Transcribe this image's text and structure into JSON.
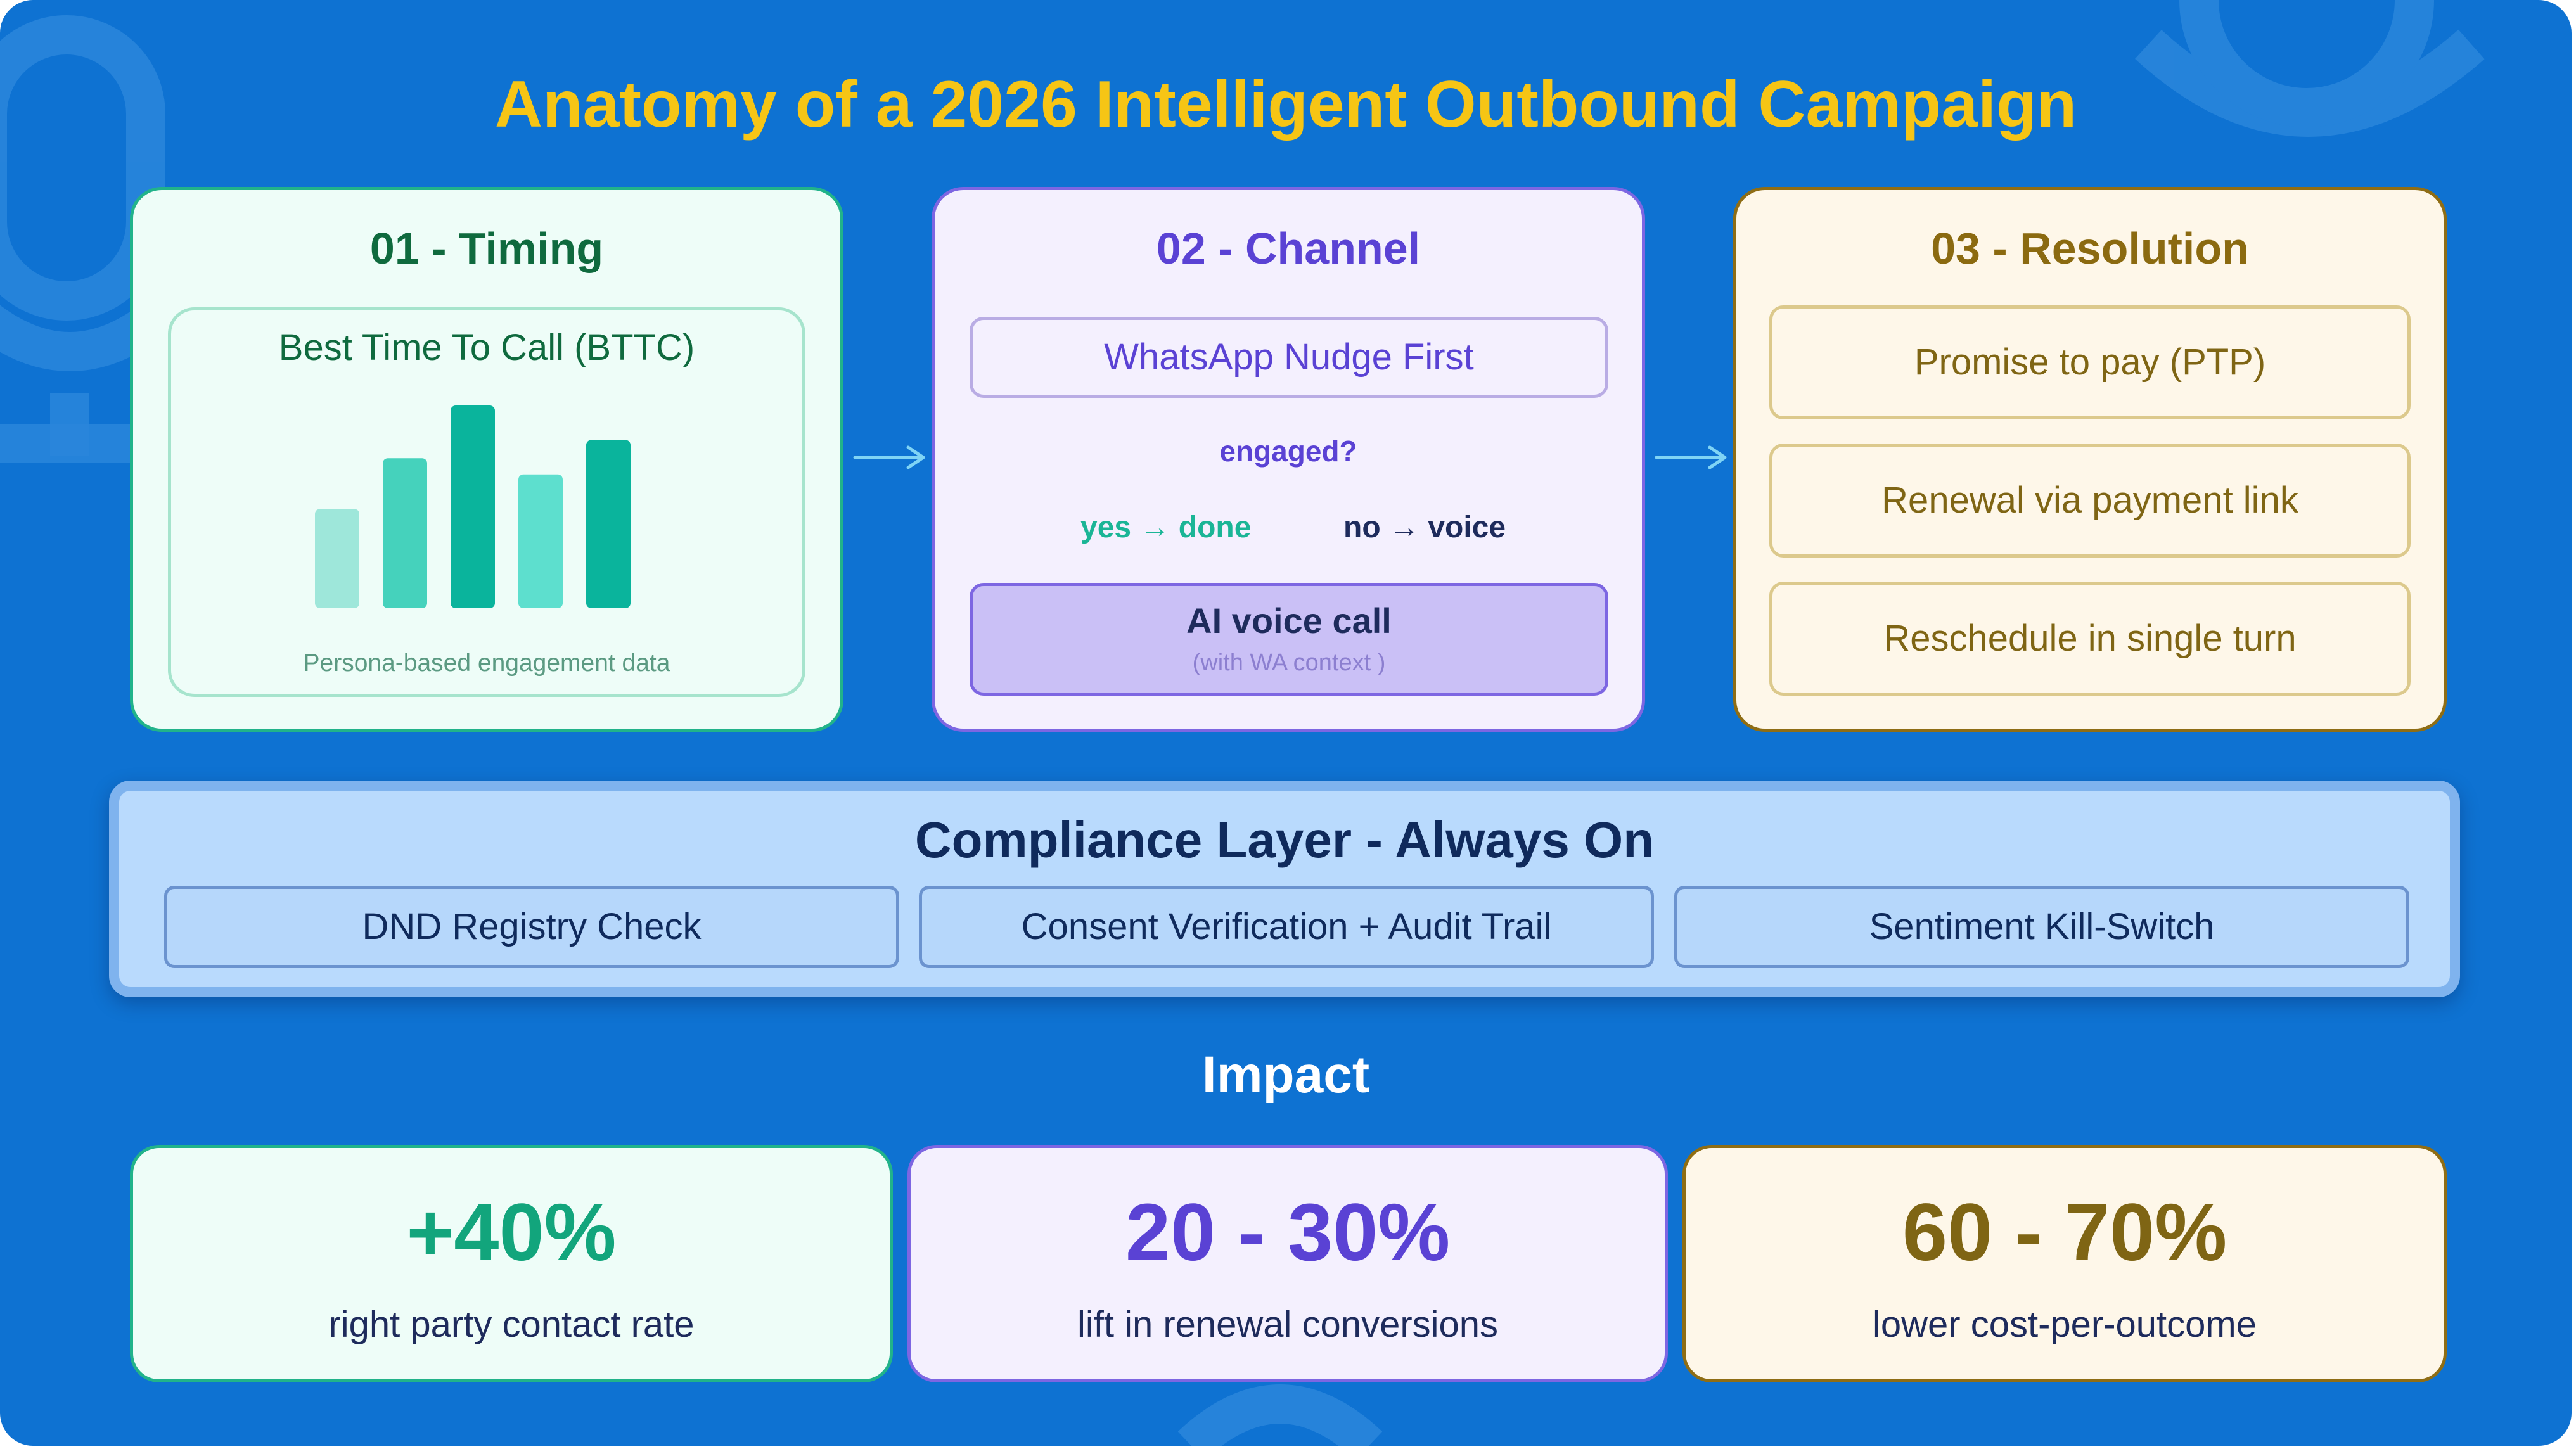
{
  "title": "Anatomy of a 2026 Intelligent Outbound Campaign",
  "steps": {
    "timing": {
      "title": "01 - Timing",
      "box_title": "Best Time To Call (BTTC)",
      "caption": "Persona-based engagement data",
      "bars": [
        0.49,
        0.74,
        1.0,
        0.66,
        0.83
      ],
      "bar_colors": [
        "#9ee7da",
        "#45d2bc",
        "#0ab49c",
        "#5ddfce",
        "#0ab49c"
      ]
    },
    "channel": {
      "title": "02 - Channel",
      "first_step": "WhatsApp Nudge First",
      "question": "engaged?",
      "yes_branch": "yes → done",
      "no_branch": "no → voice",
      "voice_title": "AI voice call",
      "voice_sub": "(with WA context )"
    },
    "resolution": {
      "title": "03 - Resolution",
      "items": [
        "Promise to pay (PTP)",
        "Renewal via payment link",
        "Reschedule in single turn"
      ]
    }
  },
  "compliance": {
    "title": "Compliance Layer - Always On",
    "items": [
      "DND Registry Check",
      "Consent Verification + Audit Trail",
      "Sentiment Kill-Switch"
    ]
  },
  "impact": {
    "title": "Impact",
    "stats": [
      {
        "value": "+40%",
        "label": "right party contact rate"
      },
      {
        "value": "20 - 30%",
        "label": "lift in renewal conversions"
      },
      {
        "value": "60 - 70%",
        "label": "lower cost-per-outcome"
      }
    ]
  },
  "colors": {
    "background": "#0e72d2",
    "title": "#f6c515",
    "arrow": "#7fd4f5"
  }
}
